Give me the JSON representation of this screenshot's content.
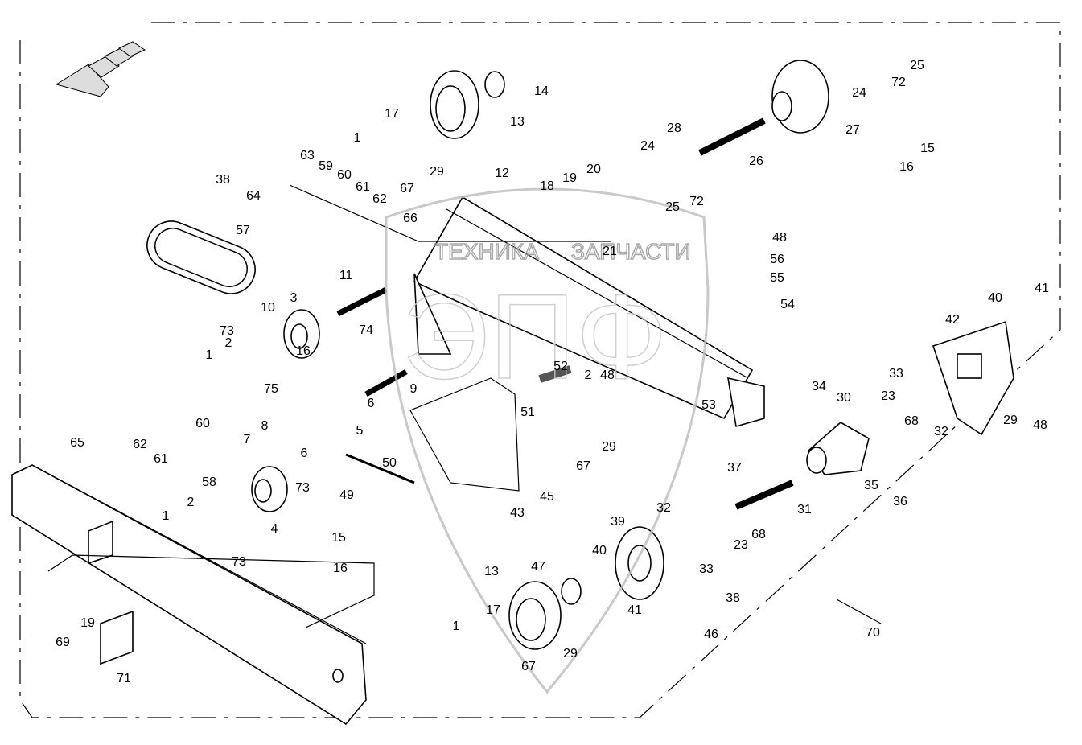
{
  "diagram": {
    "watermark": {
      "line1": "ТЕХНИКА",
      "line2": "ЗАПЧАСТИ",
      "logo": "ЭПФ"
    },
    "direction_arrow_icon": "arrow-down-left-icon",
    "part_labels": [
      "14",
      "13",
      "17",
      "1",
      "29",
      "67",
      "28",
      "24",
      "26",
      "27",
      "25",
      "72",
      "24",
      "15",
      "16",
      "25",
      "72",
      "20",
      "19",
      "18",
      "12",
      "66",
      "38",
      "64",
      "63",
      "59",
      "60",
      "61",
      "62",
      "57",
      "11",
      "3",
      "10",
      "73",
      "2",
      "1",
      "74",
      "16",
      "75",
      "9",
      "52",
      "2",
      "48",
      "51",
      "21",
      "48",
      "56",
      "55",
      "54",
      "53",
      "34",
      "30",
      "23",
      "33",
      "68",
      "32",
      "42",
      "40",
      "41",
      "29",
      "48",
      "35",
      "36",
      "37",
      "31",
      "32",
      "23",
      "68",
      "33",
      "39",
      "40",
      "41",
      "38",
      "46",
      "70",
      "29",
      "67",
      "45",
      "43",
      "13",
      "47",
      "1",
      "17",
      "29",
      "67",
      "65",
      "62",
      "60",
      "61",
      "7",
      "8",
      "6",
      "6",
      "5",
      "58",
      "50",
      "49",
      "73",
      "2",
      "1",
      "73",
      "4",
      "15",
      "16",
      "19",
      "69",
      "71"
    ]
  }
}
